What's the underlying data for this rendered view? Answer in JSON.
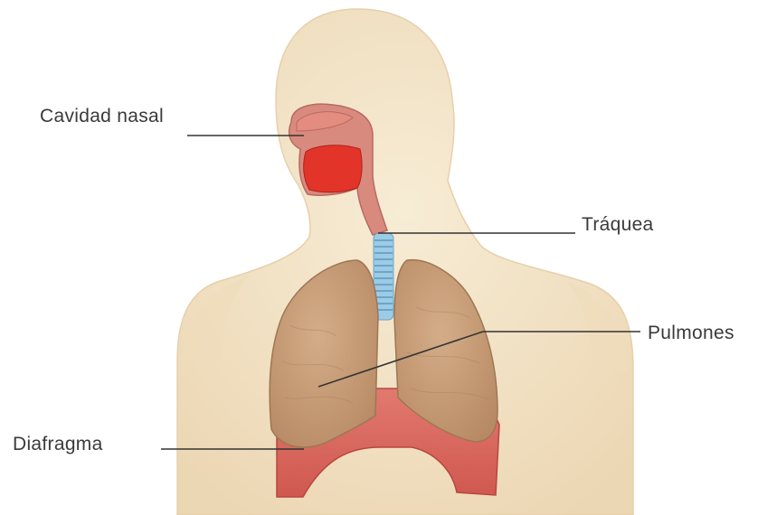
{
  "labels": {
    "nasal_cavity": "Cavidad nasal",
    "trachea": "Tráquea",
    "lungs": "Pulmones",
    "diaphragm": "Diafragma"
  },
  "colors": {
    "skin": "#f3e3c4",
    "skin_shadow": "#e8d2ad",
    "airway": "#d97a6c",
    "nasal_interior": "#e0322a",
    "trachea_rings": "#8fc4e4",
    "lung": "#c9a07a",
    "lung_edge": "#a8805c",
    "diaphragm": "#d9655c",
    "leader_line": "#333333"
  }
}
